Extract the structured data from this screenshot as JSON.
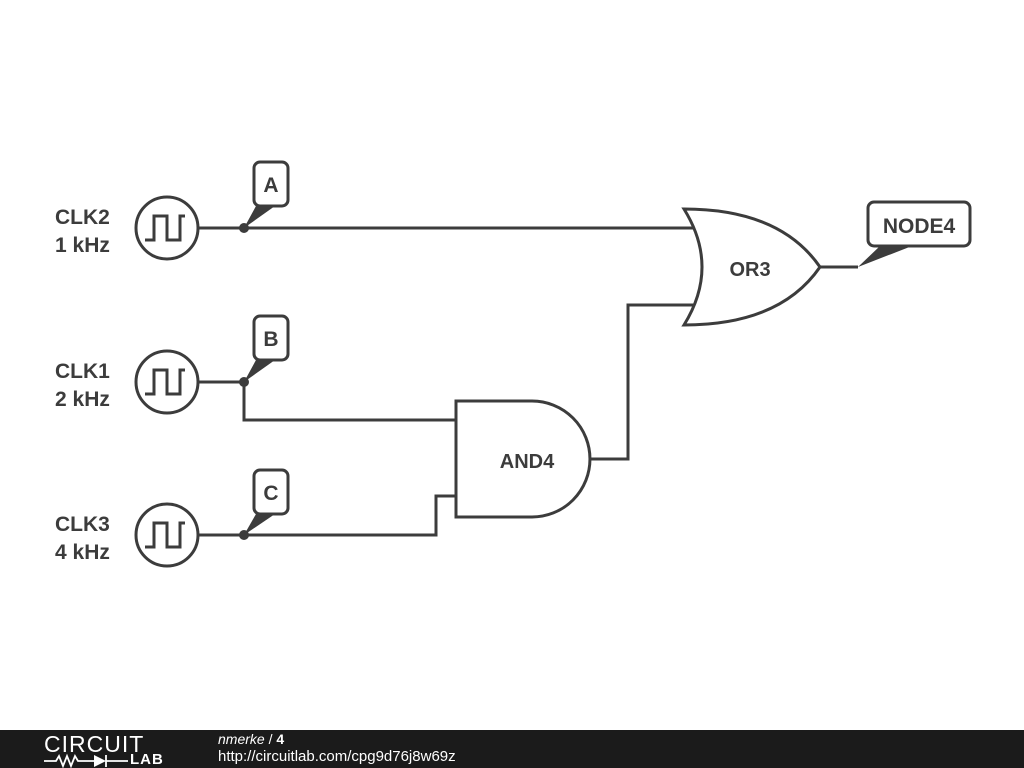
{
  "sources": [
    {
      "name": "CLK2",
      "freq": "1 kHz"
    },
    {
      "name": "CLK1",
      "freq": "2 kHz"
    },
    {
      "name": "CLK3",
      "freq": "4 kHz"
    }
  ],
  "node_tags": [
    "A",
    "B",
    "C"
  ],
  "gates": {
    "or": "OR3",
    "and": "AND4"
  },
  "output_tag": "NODE4",
  "footer": {
    "logo_top": "CIRCUIT",
    "logo_bottom": "LAB",
    "user": "nmerke",
    "separator": " / ",
    "revision": "4",
    "url": "http://circuitlab.com/cpg9d76j8w69z"
  },
  "colors": {
    "ink": "#3c3c3c",
    "footer_bg": "#1b1b1b"
  }
}
